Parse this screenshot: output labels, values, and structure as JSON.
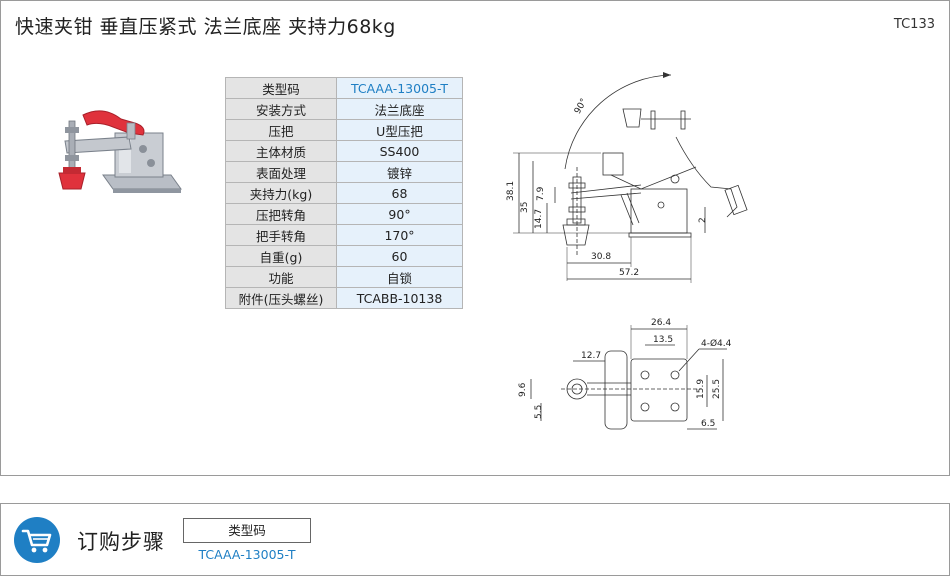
{
  "header": {
    "title": "快速夹钳  垂直压紧式  法兰底座  夹持力68kg",
    "code": "TC133"
  },
  "spec_table": [
    {
      "key": "类型码",
      "value": "TCAAA-13005-T"
    },
    {
      "key": "安装方式",
      "value": "法兰底座"
    },
    {
      "key": "压把",
      "value": "U型压把"
    },
    {
      "key": "主体材质",
      "value": "SS400"
    },
    {
      "key": "表面处理",
      "value": "镀锌"
    },
    {
      "key": "夹持力(kg)",
      "value": "68"
    },
    {
      "key": "压把转角",
      "value": "90°"
    },
    {
      "key": "把手转角",
      "value": "170°"
    },
    {
      "key": "自重(g)",
      "value": "60"
    },
    {
      "key": "功能",
      "value": "自锁"
    },
    {
      "key": "附件(压头螺丝)",
      "value": "TCABB-10138"
    }
  ],
  "drawing": {
    "side_dims": {
      "angle": "90°",
      "d1": "38.1",
      "d2": "35",
      "d3": "14.7",
      "d4": "7.9",
      "d5": "2",
      "d6": "30.8",
      "d7": "57.2"
    },
    "top_dims": {
      "d1": "26.4",
      "d2": "13.5",
      "hole": "4-Ø4.4",
      "d3": "12.7",
      "d4": "9.6",
      "d5": "5.5",
      "d6": "15.9",
      "d7": "25.5",
      "d8": "6.5"
    }
  },
  "order": {
    "title": "订购步骤",
    "box_label": "类型码",
    "value": "TCAAA-13005-T"
  },
  "colors": {
    "accent": "#1f7fc4",
    "clamp_red": "#e0323c",
    "table_key_bg": "#e4e4e4",
    "table_value_bg": "#e6f1fb"
  }
}
